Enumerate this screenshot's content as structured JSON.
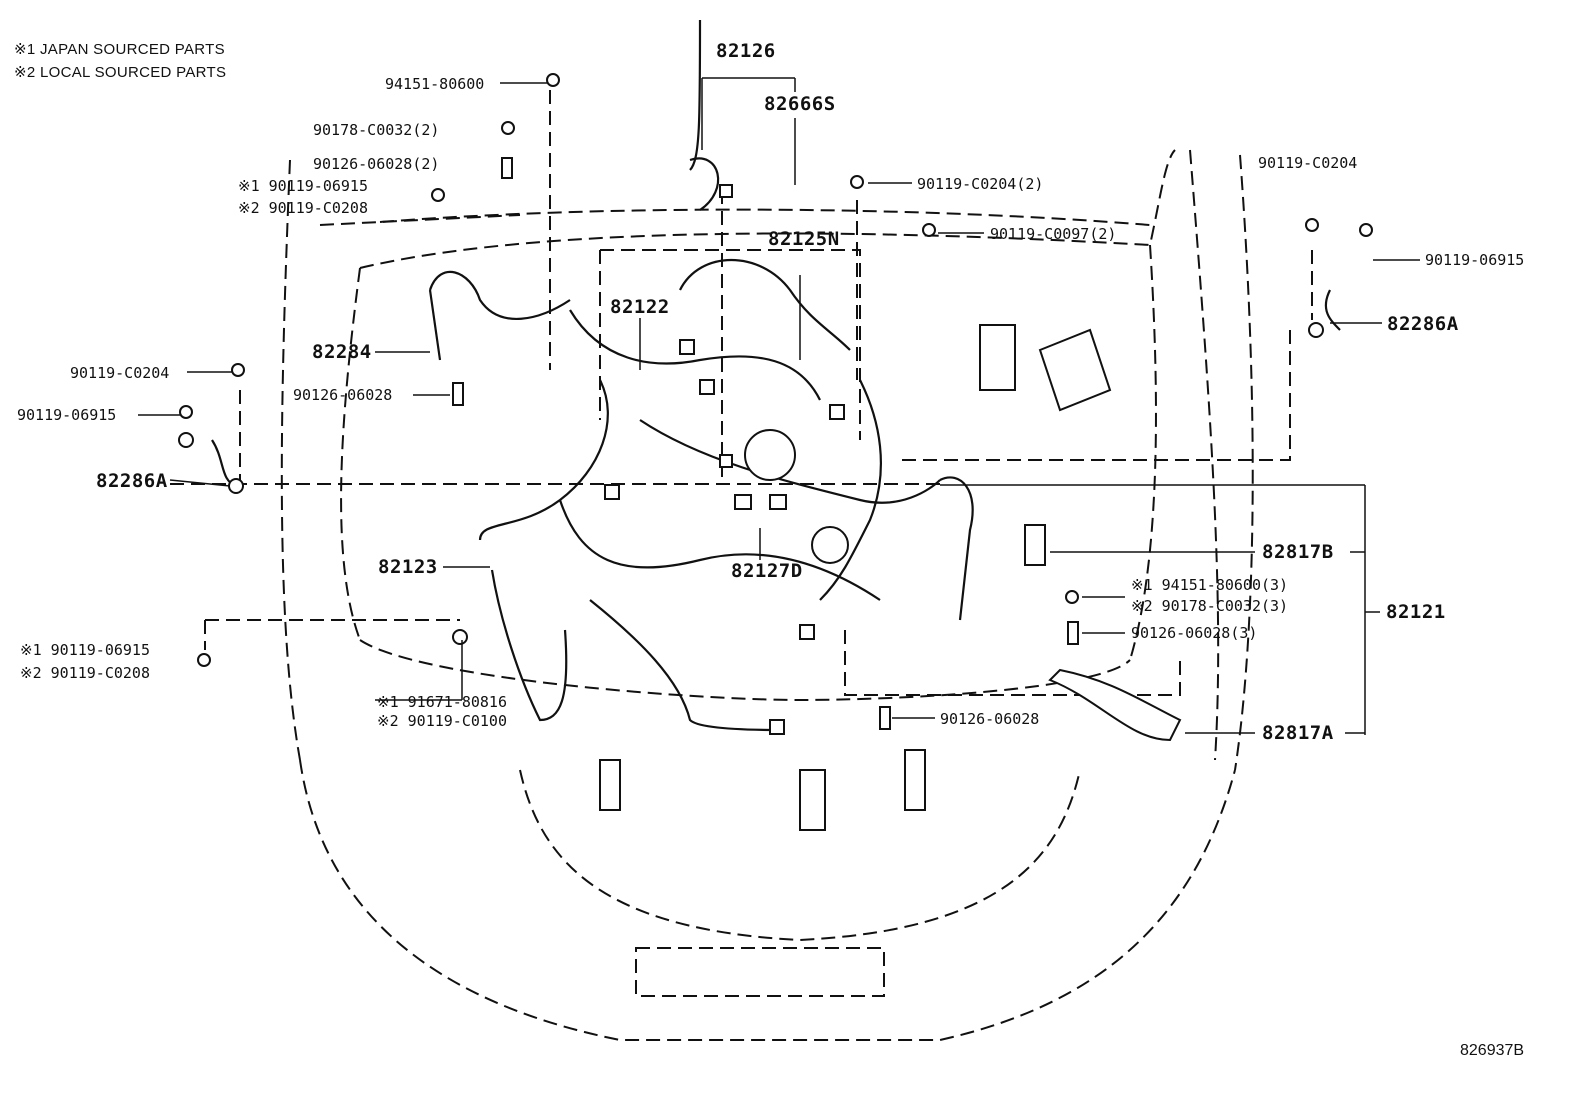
{
  "notes": [
    "※1 JAPAN SOURCED PARTS",
    "※2 LOCAL SOURCED PARTS"
  ],
  "illustration_code": "826937B",
  "callouts": {
    "p94151_80600": "94151-80600",
    "p90178_c0032_2": "90178-C0032(2)",
    "p90126_06028_2": "90126-06028(2)",
    "p90119_06915_j": "※1 90119-06915",
    "p90119_c0208_l": "※2 90119-C0208",
    "p82126": "82126",
    "p82666s": "82666S",
    "p90119_c0204_2": "90119-C0204(2)",
    "p90119_c0204_r": "90119-C0204",
    "p90119_06915_r": "90119-06915",
    "p82286a_r": "82286A",
    "p90119_c0097_2": "90119-C0097(2)",
    "p82125n": "82125N",
    "p82122": "82122",
    "p82284": "82284",
    "p90119_c0204_l": "90119-C0204",
    "p90126_06028_l": "90126-06028",
    "p90119_06915_l": "90119-06915",
    "p82286a_l": "82286A",
    "p82123": "82123",
    "p82127d": "82127D",
    "p82817b": "82817B",
    "p94151_80600_3": "※1 94151-80600(3)",
    "p90178_c0032_3": "※2 90178-C0032(3)",
    "p90126_06028_3": "90126-06028(3)",
    "p82121": "82121",
    "p90119_06915_bl": "※1 90119-06915",
    "p90119_c0208_bl": "※2 90119-C0208",
    "p91671_80816": "※1 91671-80816",
    "p90119_c0100": "※2 90119-C0100",
    "p90126_06028_b": "90126-06028",
    "p82817a": "82817A"
  }
}
